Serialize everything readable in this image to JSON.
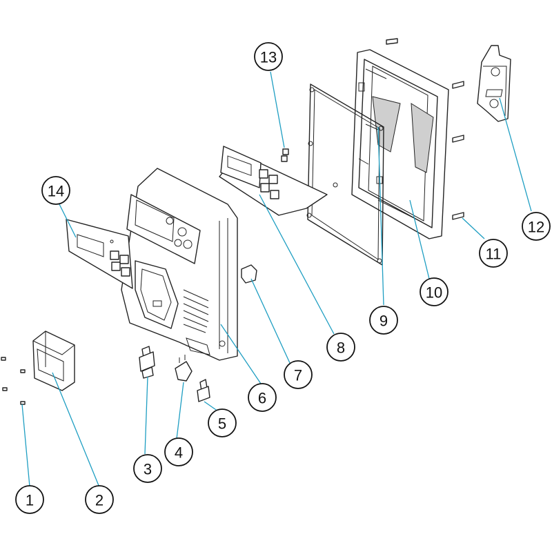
{
  "callouts": [
    {
      "id": "1",
      "label": "1"
    },
    {
      "id": "2",
      "label": "2"
    },
    {
      "id": "3",
      "label": "3"
    },
    {
      "id": "4",
      "label": "4"
    },
    {
      "id": "5",
      "label": "5"
    },
    {
      "id": "6",
      "label": "6"
    },
    {
      "id": "7",
      "label": "7"
    },
    {
      "id": "8",
      "label": "8"
    },
    {
      "id": "9",
      "label": "9"
    },
    {
      "id": "10",
      "label": "10"
    },
    {
      "id": "11",
      "label": "11"
    },
    {
      "id": "12",
      "label": "12"
    },
    {
      "id": "13",
      "label": "13"
    },
    {
      "id": "14",
      "label": "14"
    }
  ],
  "colors": {
    "leader": "#1e9ec2",
    "outline": "#222222",
    "background": "#ffffff"
  }
}
